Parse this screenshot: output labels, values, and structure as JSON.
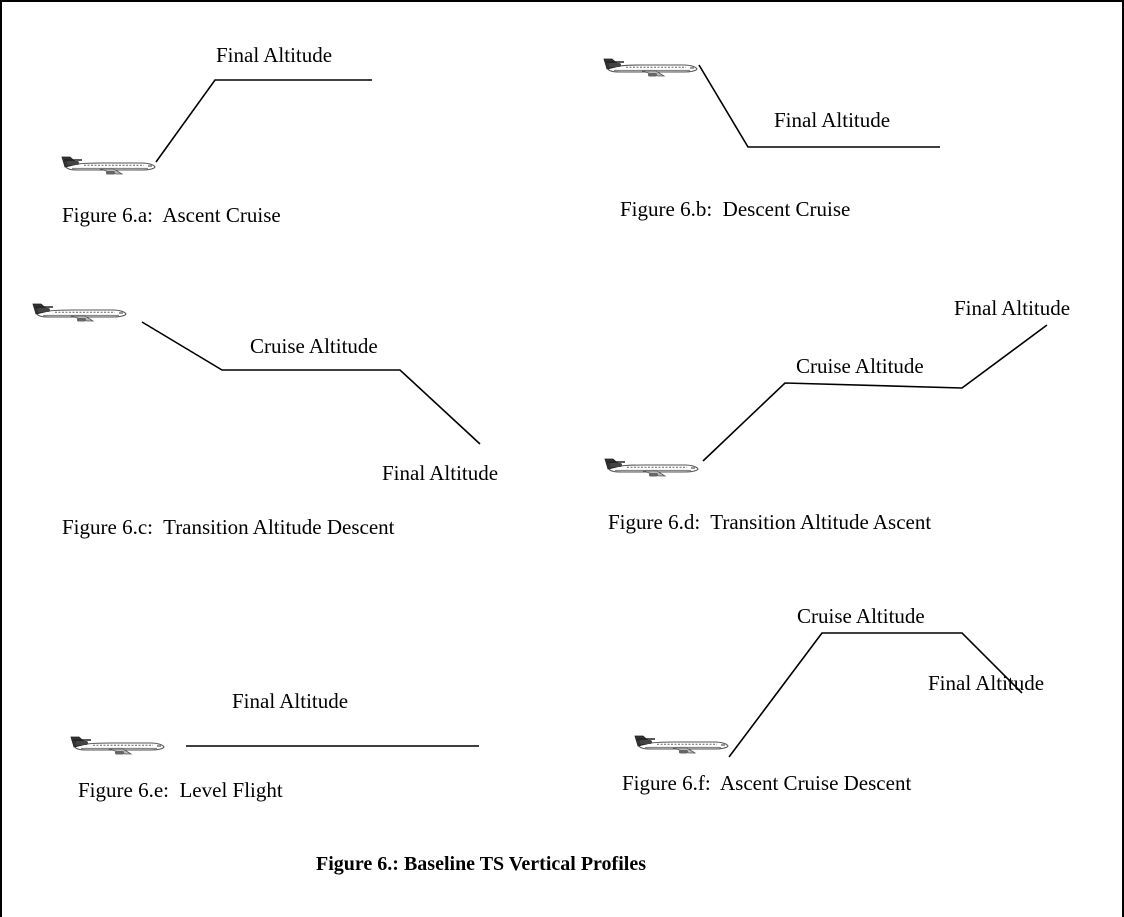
{
  "panels": [
    {
      "id": "a",
      "caption": "Figure 6.a:  Ascent Cruise",
      "altitude_labels": [
        "Final Altitude"
      ]
    },
    {
      "id": "b",
      "caption": "Figure 6.b:  Descent Cruise",
      "altitude_labels": [
        "Final Altitude"
      ]
    },
    {
      "id": "c",
      "caption": "Figure 6.c:  Transition Altitude Descent",
      "altitude_labels": [
        "Cruise Altitude",
        "Final Altitude"
      ]
    },
    {
      "id": "d",
      "caption": "Figure 6.d:  Transition Altitude Ascent",
      "altitude_labels": [
        "Cruise Altitude",
        "Final Altitude"
      ]
    },
    {
      "id": "e",
      "caption": "Figure 6.e:  Level Flight",
      "altitude_labels": [
        "Final Altitude"
      ]
    },
    {
      "id": "f",
      "caption": "Figure 6.f:  Ascent Cruise Descent",
      "altitude_labels": [
        "Cruise Altitude",
        "Final Altitude"
      ]
    }
  ],
  "main_caption": "Figure 6.: Baseline TS Vertical Profiles"
}
